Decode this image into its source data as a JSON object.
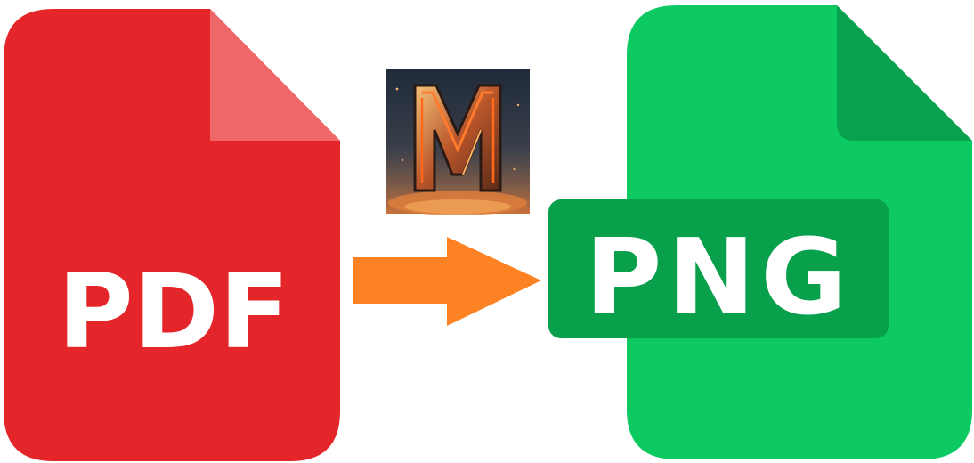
{
  "source_file": {
    "label": "PDF",
    "icon": "pdf-file-icon",
    "body_color": "#e4262b",
    "fold_color": "#f0676a",
    "text_color": "#ffffff"
  },
  "target_file": {
    "label": "PNG",
    "icon": "png-file-icon",
    "body_color": "#0cc961",
    "fold_color": "#08a14d",
    "band_color": "#09a04c",
    "text_color": "#ffffff"
  },
  "arrow": {
    "icon": "arrow-right-icon",
    "color": "#fc8224"
  },
  "logo": {
    "icon": "m-letter-logo",
    "letter": "M",
    "accent_color": "#f05a1a"
  }
}
